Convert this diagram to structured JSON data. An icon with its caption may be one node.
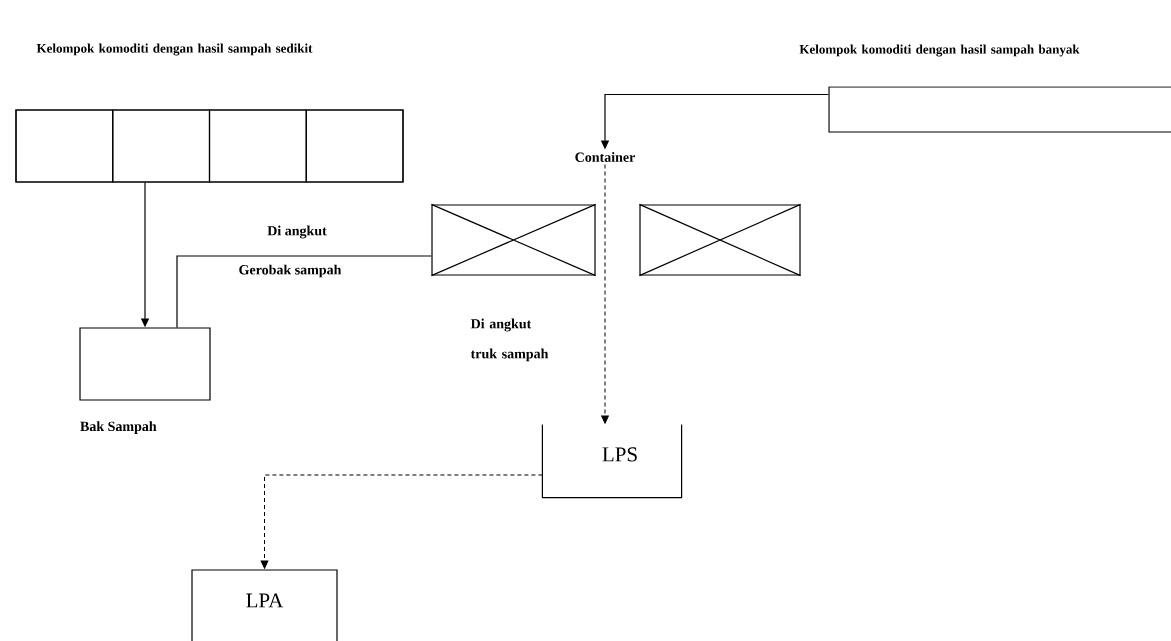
{
  "diagram": {
    "nodes": [
      {
        "text": [
          "Kelompok komoditi dengan hasil sampah sedikit"
        ]
      },
      {
        "text": [],
        "shape": "box",
        "in": 0
      },
      {
        "text": [],
        "shape": "box",
        "in": 0
      },
      {
        "text": [],
        "shape": "box",
        "in": 0
      },
      {
        "text": [],
        "shape": "box",
        "in": 0
      },
      {
        "text": [
          "Bak Sampah"
        ]
      },
      {
        "text": [
          "Kelompok komoditi dengan hasil sampah banyak"
        ]
      },
      {
        "text": [
          "Container"
        ]
      },
      {
        "text": [],
        "shape": "box"
      },
      {
        "text": [],
        "shape": "box"
      },
      {
        "text": [
          "LPS"
        ]
      },
      {
        "text": [
          "LPA"
        ]
      }
    ],
    "edges": [
      {
        "from": 0,
        "to": 5,
        "arrow": "to"
      },
      {
        "from": 5,
        "to": 8,
        "arrow": "none"
      },
      {
        "from": 6,
        "to": 7,
        "arrow": "to"
      },
      {
        "from": 7,
        "to": 10,
        "arrow": "to",
        "style": "dashed"
      },
      {
        "from": 10,
        "to": 11,
        "arrow": "to",
        "style": "dashed"
      }
    ],
    "labels": [
      "Di angkut",
      "Gerobak sampah",
      "Di angkut truk sampah"
    ]
  }
}
